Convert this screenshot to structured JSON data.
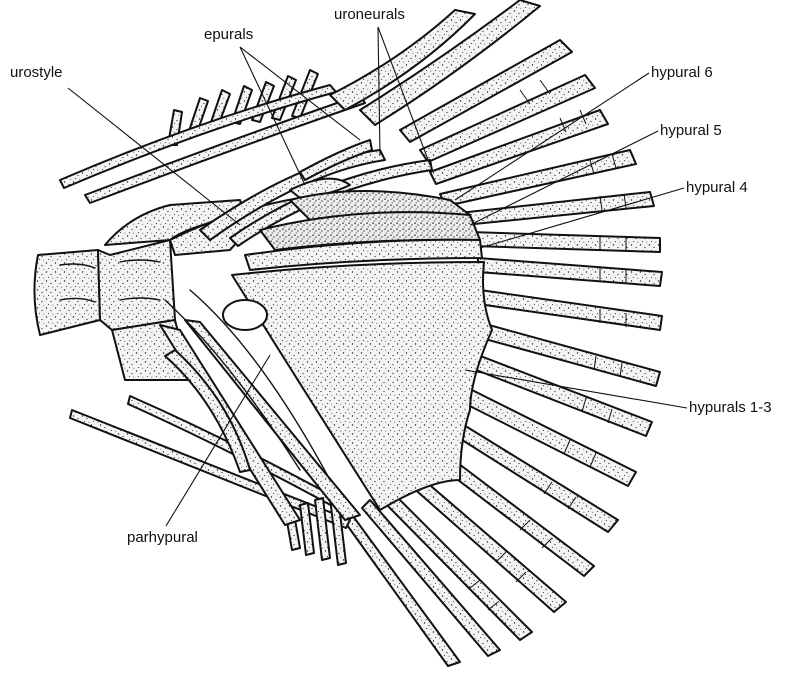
{
  "labels": {
    "urostyle": "urostyle",
    "epurals": "epurals",
    "uroneurals": "uroneurals",
    "hypural6": "hypural 6",
    "hypural5": "hypural 5",
    "hypural4": "hypural 4",
    "hypurals13": "hypurals 1-3",
    "parhypural": "parhypural"
  },
  "colors": {
    "ink": "#111111",
    "bone_fill": "#f1f1f1",
    "background": "#ffffff"
  }
}
